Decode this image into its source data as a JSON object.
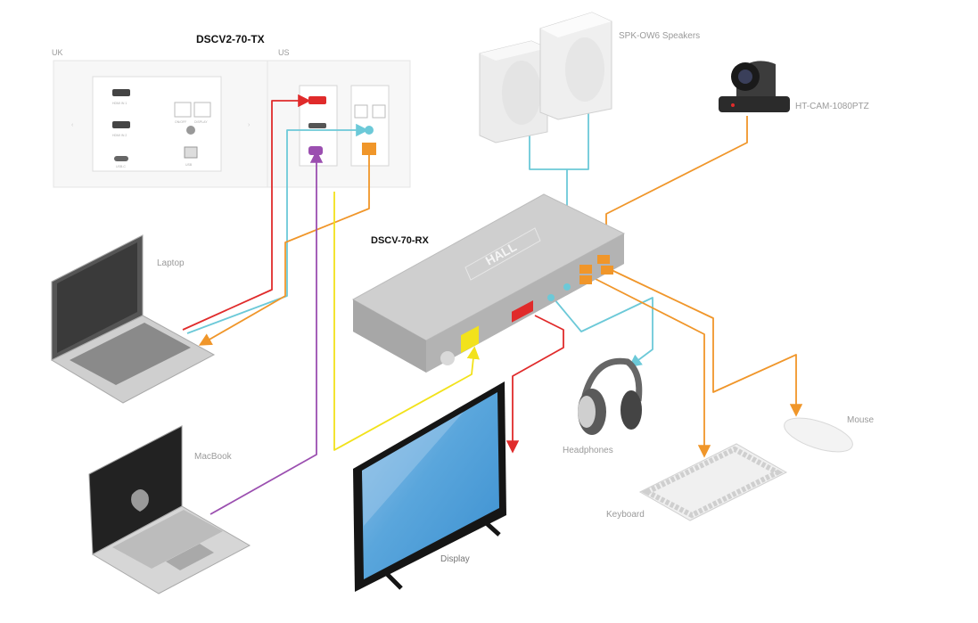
{
  "tx": {
    "title": "DSCV2-70-TX",
    "uk": "UK",
    "us": "US",
    "ports": [
      "HDMI IN 1",
      "HDMI IN 2",
      "USB-C",
      "USB",
      "ON/OFF",
      "DISPLAY"
    ]
  },
  "rx": {
    "title": "DSCV-70-RX",
    "brand": "HALL"
  },
  "devices": {
    "laptop": "Laptop",
    "macbook": "MacBook",
    "display": "Display",
    "speakers": "SPK-OW6 Speakers",
    "camera": "HT-CAM-1080PTZ",
    "headphones": "Headphones",
    "mouse": "Mouse",
    "keyboard": "Keyboard"
  },
  "colors": {
    "hdmi": "#e02b2b",
    "usb_c": "#9b4fb0",
    "audio": "#6cc9d8",
    "usb": "#f0962a",
    "display": "#f2e21b"
  }
}
